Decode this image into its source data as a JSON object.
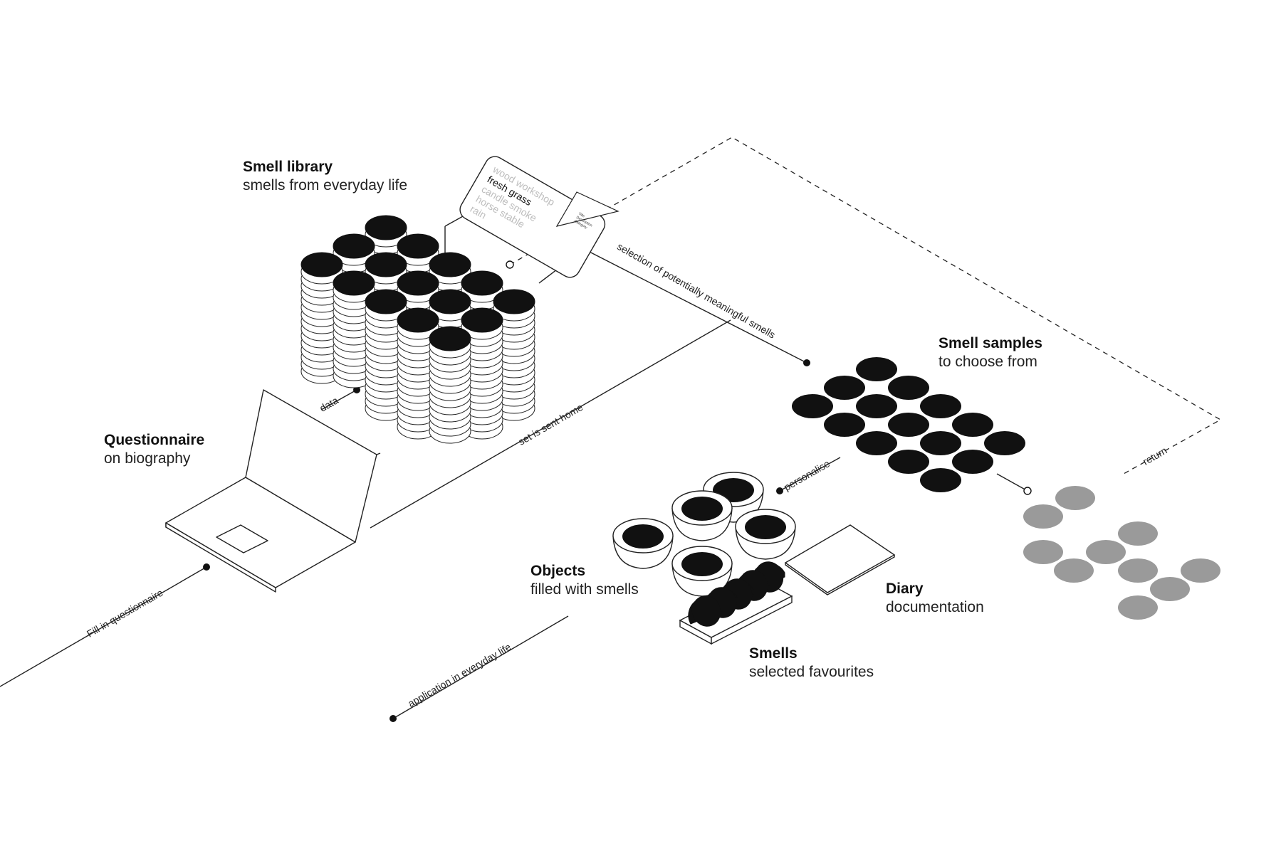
{
  "labels": {
    "smell_library": {
      "title": "Smell library",
      "sub": "smells from everyday life"
    },
    "smell_samples": {
      "title": "Smell samples",
      "sub": "to choose from"
    },
    "questionnaire": {
      "title": "Questionnaire",
      "sub": "on biography"
    },
    "objects": {
      "title": "Objects",
      "sub": "filled with smells"
    },
    "diary": {
      "title": "Diary",
      "sub": "documentation"
    },
    "smells": {
      "title": "Smells",
      "sub": "selected favourites"
    }
  },
  "flows": {
    "selection": "selection of potentially meaningful smells",
    "data": "data",
    "set_sent_home": "set is sent home",
    "personalise": "personalise",
    "return": "return",
    "fill_in": "Fill in questionnaire",
    "application": "application in everyday life"
  },
  "card": {
    "items": [
      "wood workshop",
      "fresh grass",
      "candle smoke",
      "horse stable",
      "rain"
    ],
    "highlighted": "fresh grass",
    "badge": [
      "Title",
      "Description",
      "Category"
    ]
  },
  "colors": {
    "ink": "#111111",
    "line": "#222222",
    "faded_text": "#bdbdbd",
    "returned": "#9a9a9a"
  }
}
